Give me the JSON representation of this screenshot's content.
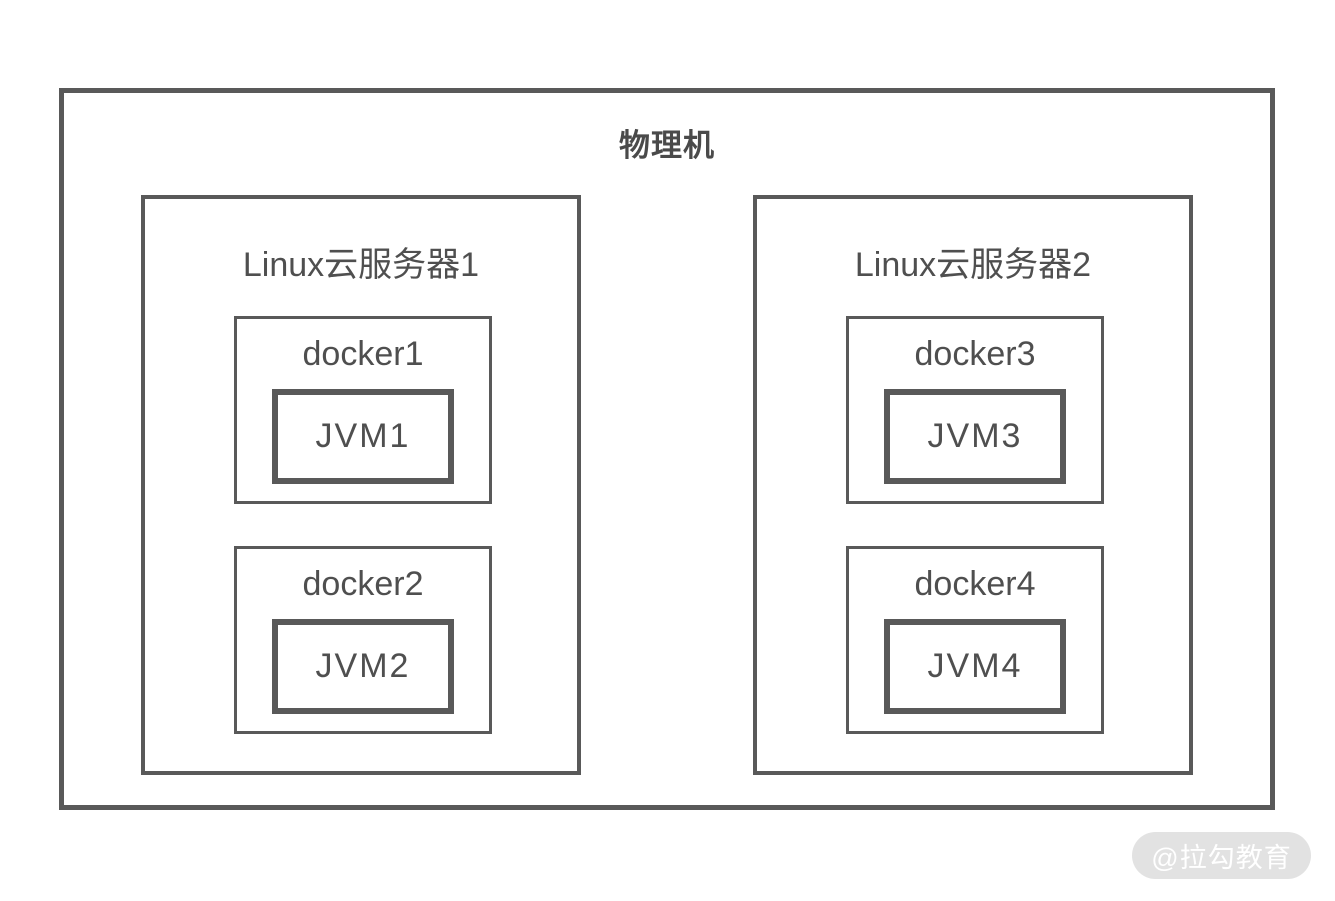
{
  "diagram": {
    "physical_machine": {
      "label": "物理机"
    },
    "servers": [
      {
        "label": "Linux云服务器1",
        "dockers": [
          {
            "label": "docker1",
            "jvm": "JVM1"
          },
          {
            "label": "docker2",
            "jvm": "JVM2"
          }
        ]
      },
      {
        "label": "Linux云服务器2",
        "dockers": [
          {
            "label": "docker3",
            "jvm": "JVM3"
          },
          {
            "label": "docker4",
            "jvm": "JVM4"
          }
        ]
      }
    ],
    "colors": {
      "border": "#595959",
      "text": "#4f4f4f",
      "watermark_bg": "#e2e2e2",
      "watermark_text": "#ffffff"
    }
  },
  "watermark": {
    "label": "@拉勾教育"
  }
}
